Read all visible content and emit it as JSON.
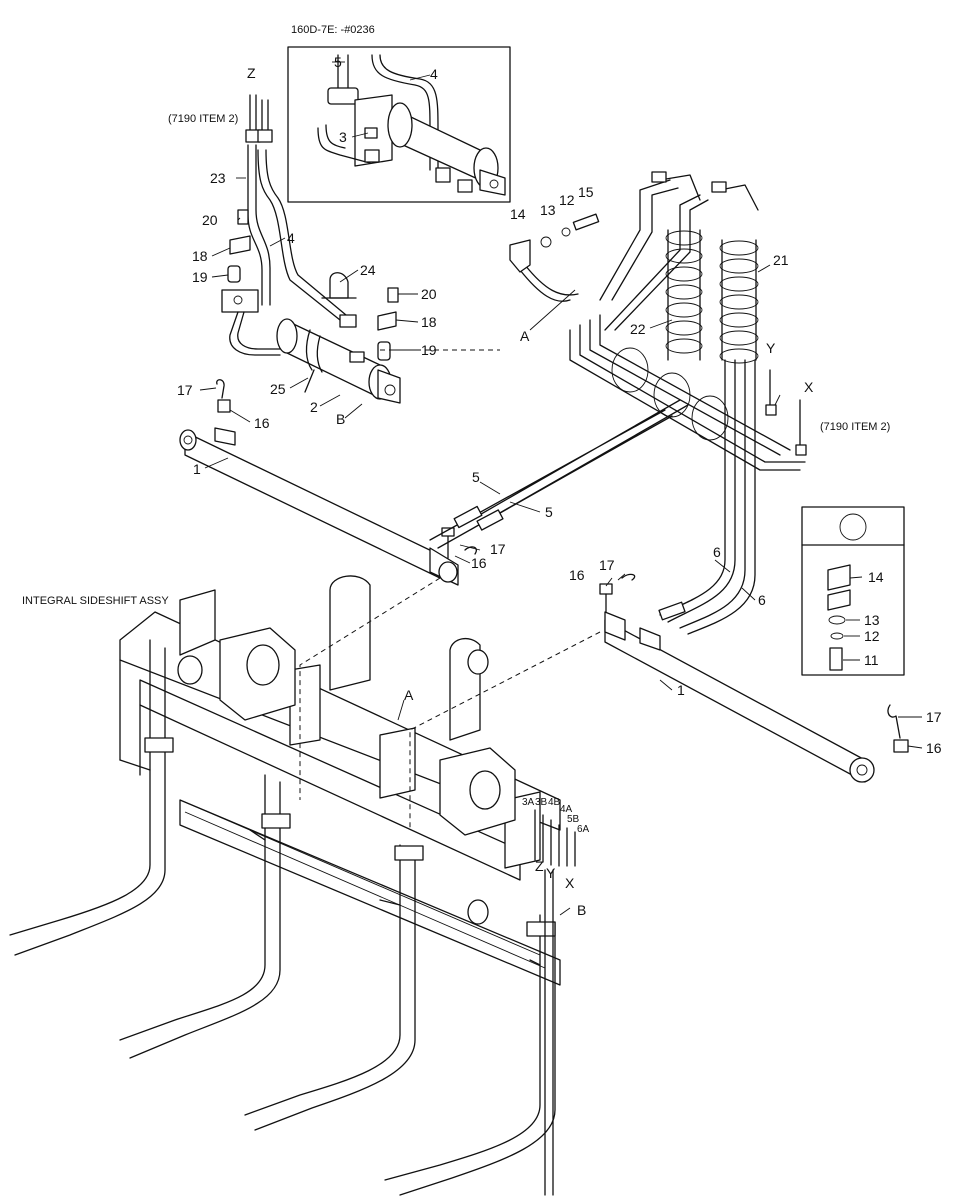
{
  "notes": {
    "serial": "160D-7E: -#0236",
    "ref_left": "(7190 ITEM 2)",
    "ref_right": "(7190 ITEM 2)",
    "assembly": "INTEGRAL SIDESHIFT ASSY"
  },
  "callouts": [
    {
      "id": "c5a",
      "text": "5"
    },
    {
      "id": "c4a",
      "text": "4"
    },
    {
      "id": "c3",
      "text": "3"
    },
    {
      "id": "cZ1",
      "text": "Z"
    },
    {
      "id": "c23",
      "text": "23"
    },
    {
      "id": "c20a",
      "text": "20"
    },
    {
      "id": "c4b",
      "text": "4"
    },
    {
      "id": "c18a",
      "text": "18"
    },
    {
      "id": "c19a",
      "text": "19"
    },
    {
      "id": "c24",
      "text": "24"
    },
    {
      "id": "c20b",
      "text": "20"
    },
    {
      "id": "c18b",
      "text": "18"
    },
    {
      "id": "c19b",
      "text": "19"
    },
    {
      "id": "c25",
      "text": "25"
    },
    {
      "id": "c2",
      "text": "2"
    },
    {
      "id": "cB1",
      "text": "B"
    },
    {
      "id": "c17a",
      "text": "17"
    },
    {
      "id": "c16a",
      "text": "16"
    },
    {
      "id": "c1a",
      "text": "1"
    },
    {
      "id": "c14a",
      "text": "14"
    },
    {
      "id": "c13a",
      "text": "13"
    },
    {
      "id": "c12a",
      "text": "12"
    },
    {
      "id": "c15",
      "text": "15"
    },
    {
      "id": "cA1",
      "text": "A"
    },
    {
      "id": "c22",
      "text": "22"
    },
    {
      "id": "c21",
      "text": "21"
    },
    {
      "id": "cY1",
      "text": "Y"
    },
    {
      "id": "cX1",
      "text": "X"
    },
    {
      "id": "c5b",
      "text": "5"
    },
    {
      "id": "c5c",
      "text": "5"
    },
    {
      "id": "c17b",
      "text": "17"
    },
    {
      "id": "c16b",
      "text": "16"
    },
    {
      "id": "c17c",
      "text": "17"
    },
    {
      "id": "c16c",
      "text": "16"
    },
    {
      "id": "c6a",
      "text": "6"
    },
    {
      "id": "c6b",
      "text": "6"
    },
    {
      "id": "c14b",
      "text": "14"
    },
    {
      "id": "c13b",
      "text": "13"
    },
    {
      "id": "c12b",
      "text": "12"
    },
    {
      "id": "c11",
      "text": "11"
    },
    {
      "id": "c1b",
      "text": "1"
    },
    {
      "id": "c17d",
      "text": "17"
    },
    {
      "id": "c16d",
      "text": "16"
    },
    {
      "id": "cA2",
      "text": "A"
    },
    {
      "id": "cZ2",
      "text": "Z"
    },
    {
      "id": "cY2",
      "text": "Y"
    },
    {
      "id": "cX2",
      "text": "X"
    },
    {
      "id": "cB2",
      "text": "B"
    },
    {
      "id": "p3a",
      "text": "3A"
    },
    {
      "id": "p3b",
      "text": "3B"
    },
    {
      "id": "p4b",
      "text": "4B"
    },
    {
      "id": "p4a",
      "text": "4A"
    },
    {
      "id": "p5b",
      "text": "5B"
    },
    {
      "id": "p6a",
      "text": "6A"
    }
  ]
}
